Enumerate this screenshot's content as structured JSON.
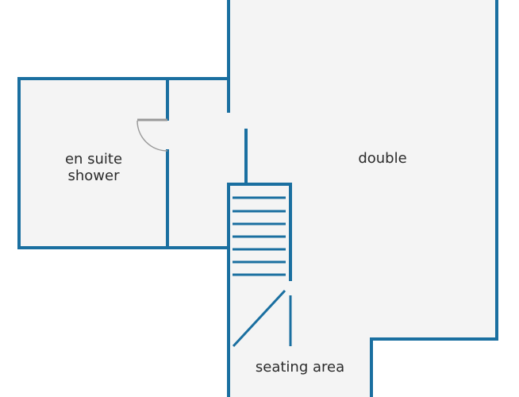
{
  "rooms": {
    "ensuite": {
      "label_line1": "en suite",
      "label_line2": "shower"
    },
    "double": {
      "label": "double"
    },
    "seating": {
      "label": "seating area"
    }
  },
  "colors": {
    "wall": "#1a6fa0",
    "floor": "#f4f4f4",
    "door": "#9a9a9a",
    "text": "#2b2b2b"
  }
}
